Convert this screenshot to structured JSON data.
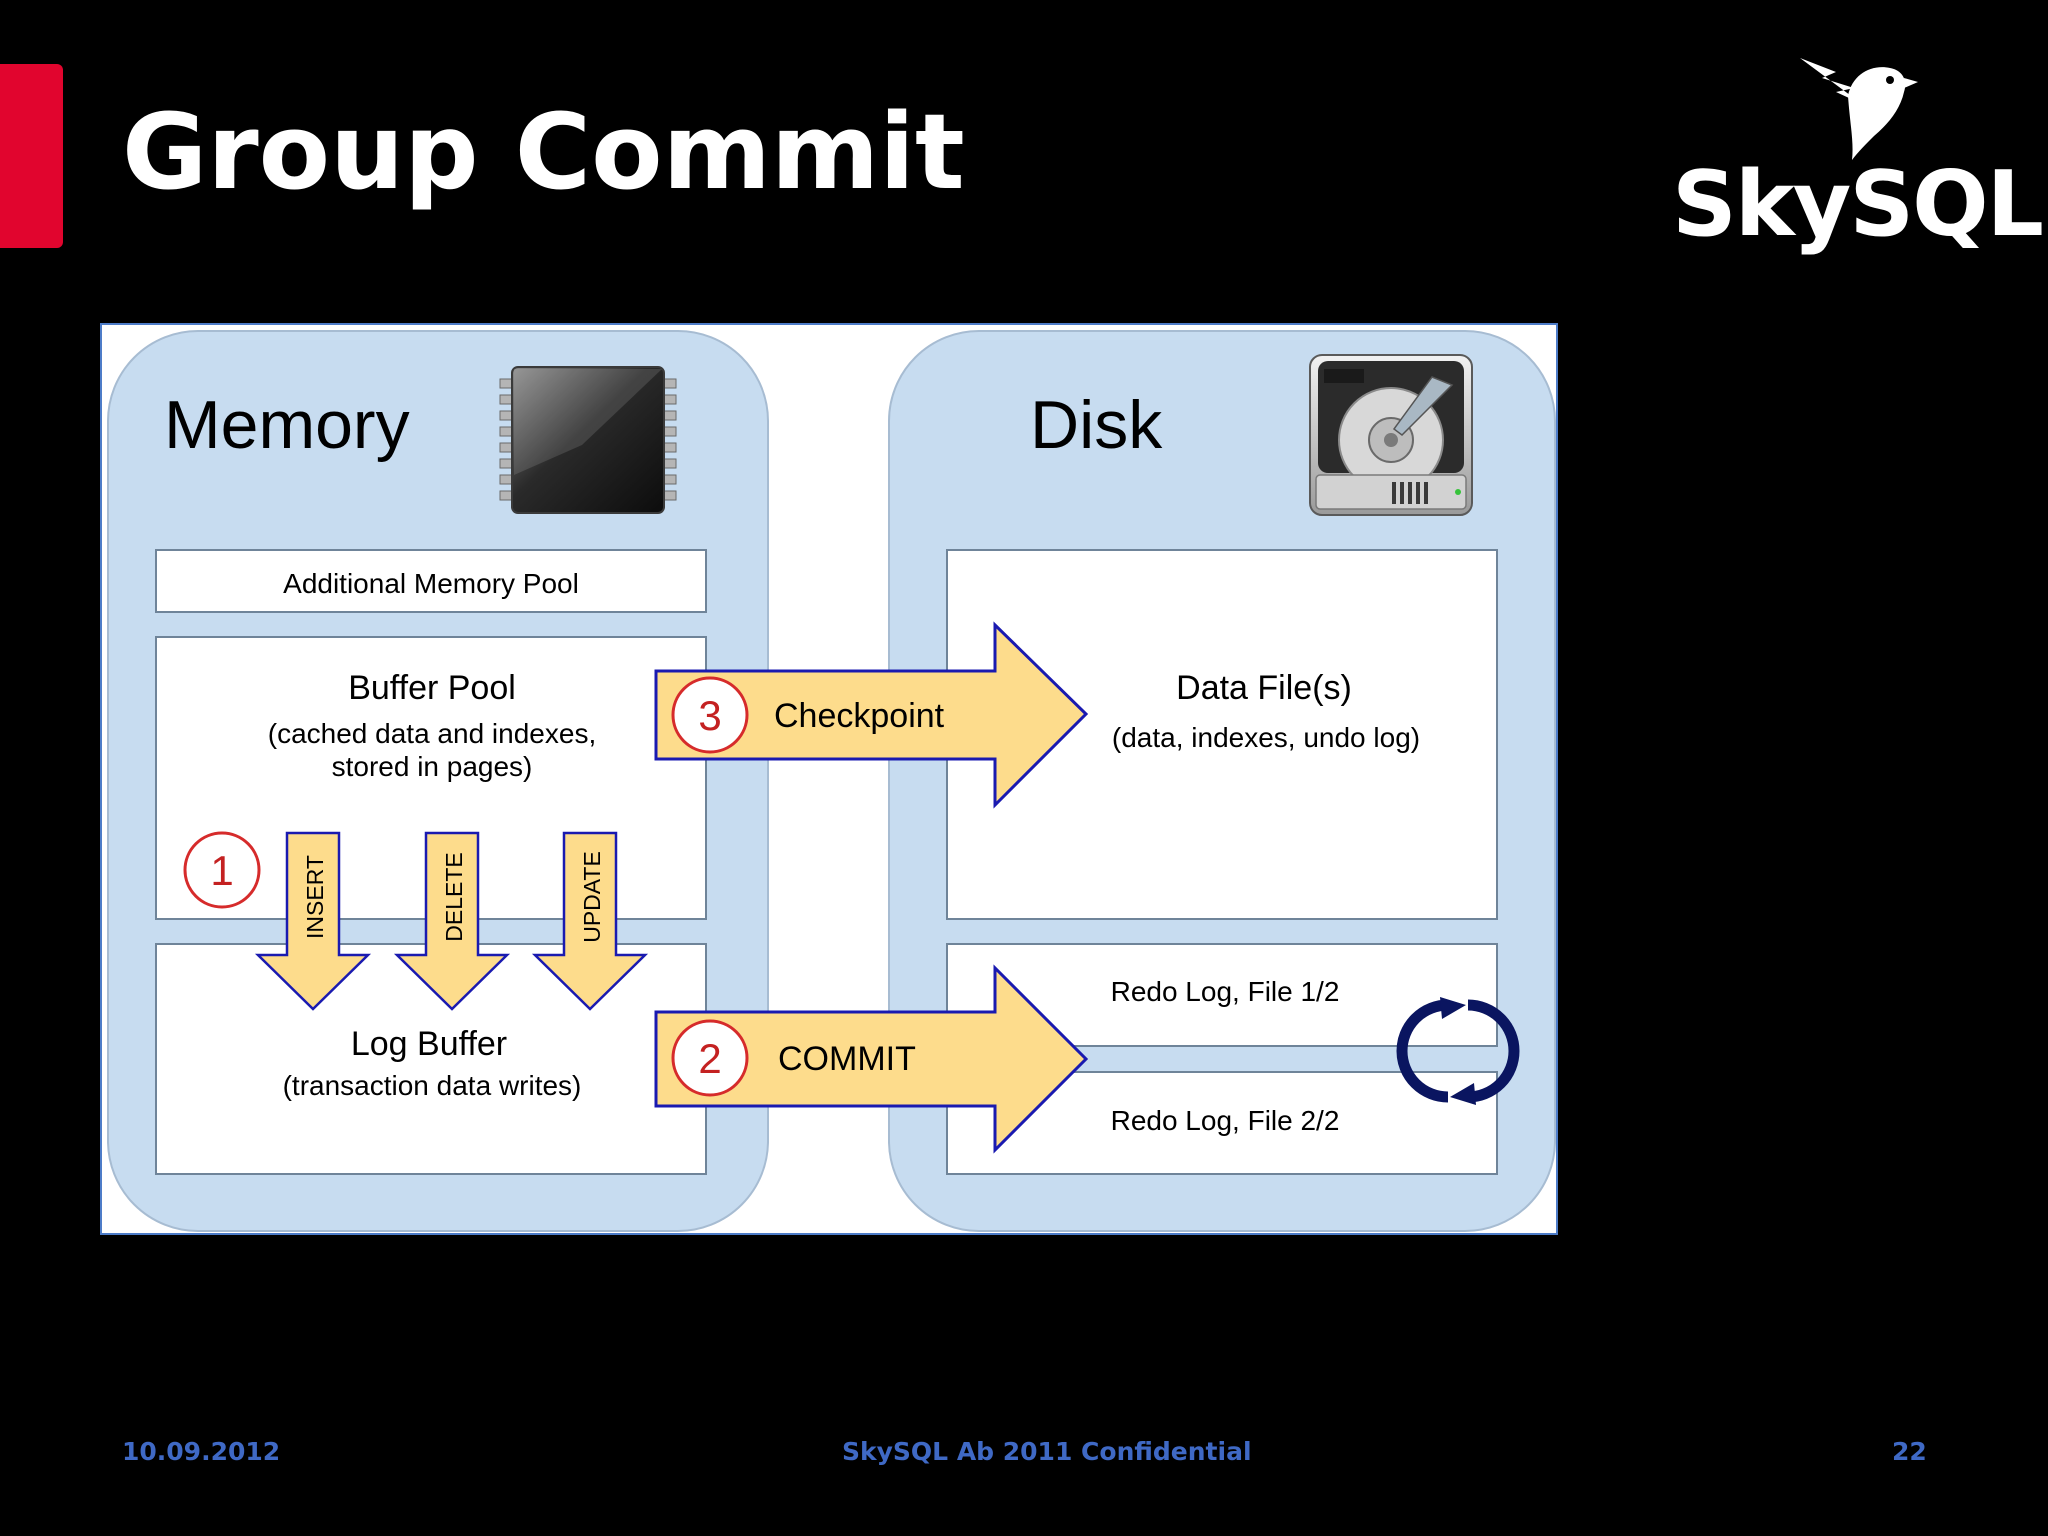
{
  "slide": {
    "title": "Group Commit",
    "logo_text": "SkySQL"
  },
  "colors": {
    "background": "#000000",
    "accent": "#e1052e",
    "panel_fill": "#c7dcf0",
    "arrow_fill": "#fddc8c",
    "arrow_stroke": "#1a1ab0",
    "step_circle": "#d62b2b",
    "cycle_icon": "#0a1560",
    "footer_text": "#3f69c5"
  },
  "diagram": {
    "memory": {
      "title": "Memory",
      "icon": "memory-chip-icon",
      "additional_pool": "Additional Memory Pool",
      "buffer_pool": {
        "title": "Buffer Pool",
        "desc_line1": "(cached data and indexes,",
        "desc_line2": "stored in pages)"
      },
      "log_buffer": {
        "title": "Log Buffer",
        "desc": "(transaction data writes)"
      },
      "step": "1",
      "operations": [
        "INSERT",
        "DELETE",
        "UPDATE"
      ]
    },
    "disk": {
      "title": "Disk",
      "icon": "hard-drive-icon",
      "data_files": {
        "title": "Data File(s)",
        "desc": "(data, indexes, undo log)"
      },
      "redo_log_1": "Redo Log, File 1/2",
      "redo_log_2": "Redo Log, File 2/2",
      "cycle_icon": "circular-arrows-icon"
    },
    "checkpoint": {
      "step": "3",
      "label": "Checkpoint"
    },
    "commit": {
      "step": "2",
      "label": "COMMIT"
    }
  },
  "footer": {
    "date": "10.09.2012",
    "center": "SkySQL Ab 2011 Confidential",
    "page": "22"
  }
}
